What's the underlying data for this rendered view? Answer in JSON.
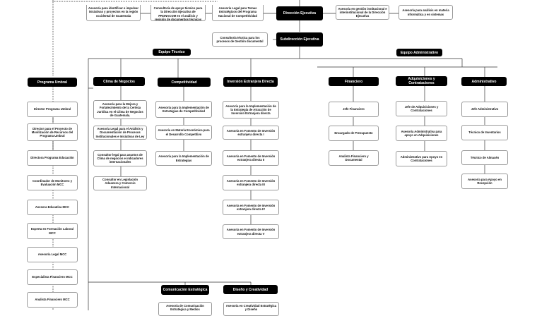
{
  "top": {
    "asesoria_norte": "Asesoría para identificar e impulsar iniciativas y proyectos en la región occidental de Guatemala",
    "consultoria_apoyo": "Consultoría de apoyo técnico para la Dirección Ejecutiva de PRONACOM en el análisis y revisión de documentos técnicos",
    "asesoria_legal": "Asesoría Legal para Temas Estratégicos del Programa Nacional de Competitividad",
    "direccion": "Dirección Ejecutiva",
    "asesoria_gestion": "Asesoría en gestión institucional e interinstitucional de la Dirección Ejecutiva",
    "asesoria_analisis": "Asesoría para análisis en materia informática y en sistemas",
    "consultoria_procesos": "Consultoría técnica para los procesos de Gestión documental",
    "subdireccion": "Subdirección Ejecutiva"
  },
  "teams": {
    "tecnico": "Equipo Técnico",
    "administrativo": "Equipo Administrativo"
  },
  "umbral": {
    "header": "Programa Umbral",
    "items": [
      "Director Programa Umbral",
      "Director para el Proyecto de Movilización de Recursos del Programa Umbral",
      "Directora Programa Educación",
      "Coordinador de Monitoreo y Evaluación MCC",
      "Asesora Educativa MCC",
      "Experta en Formación Laboral MCC",
      "Asesoría Legal MCC",
      "Especialista Financiero MCC",
      "Analista Financiero MCC"
    ]
  },
  "clima": {
    "header": "Clima de Negocios",
    "items": [
      "Asesoría para la Mejora y Fortalecimiento de la Certeza Jurídica en el Clima de Negocios de Guatemala.",
      "Asesoría Legal para el Análisis y Documentación de Procesos Institucionales e Iniciativas de Ley",
      "Consultor legal para asuntos de Clima de negocios e indicadores internacionales",
      "Consultor en Legislación Aduanera y Comercio Internacional"
    ]
  },
  "competitividad": {
    "header": "Competitividad",
    "items": [
      "Asesoría para la Implementación de Estrategias de Competitividad",
      "Asesoría en Materia Económica para el Desarrollo Competitivo",
      "Asesoría para la Implementación de Estrategias"
    ]
  },
  "inversion": {
    "header": "Inversión Extranjera Directa",
    "items": [
      "Asesoría para la Implementación de la Estrategia de Atracción de Inversión Extranjera directa",
      "Asesoría en Fomento de Inversión extranjera directa I",
      "Asesoría en Fomento de Inversión extranjera directa II",
      "Asesoría en Fomento de Inversión extranjera directa III",
      "Asesoría en Fomento de Inversión extranjera directa IV",
      "Asesoría en Fomento de Inversión extranjera directa V"
    ]
  },
  "financiero": {
    "header": "Financiero",
    "items": [
      "Jefe Financiero",
      "Encargado de Presupuesto",
      "Analista Financiero y Documental"
    ]
  },
  "adquisiciones": {
    "header": "Adquisiciones y Contrataciones",
    "items": [
      "Jefe de Adquisiciones y Contrataciones",
      "Asesoría Administrativa para apoyo en Adquisiciones",
      "Administrativo para Apoyo en Contrataciones"
    ]
  },
  "administrativo": {
    "header": "Administrativo",
    "items": [
      "Jefe Administrativo",
      "Técnico de Inventarios",
      "Técnico de Almacén",
      "Asesoría para Apoyo en Recepción"
    ]
  },
  "comunicacion": {
    "header": "Comunicación Estratégica",
    "items": [
      "Asesoría de Comunicación Estratégica y Medios"
    ]
  },
  "diseno": {
    "header": "Diseño y Creatividad",
    "items": [
      "Asesoría en Creatividad Estratégica y Diseño"
    ]
  }
}
